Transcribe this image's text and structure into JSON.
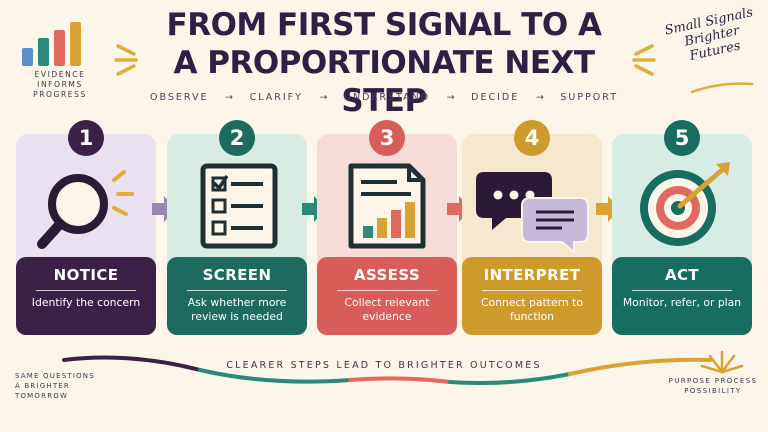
{
  "header": {
    "title_line1": "FROM FIRST SIGNAL TO A",
    "title_line2": "A PROPORTIONATE NEXT STEP",
    "logo_text": "EVIDENCE INFORMS PROGRESS",
    "script_text": "Small Signals Brighter Futures"
  },
  "process": {
    "words": [
      "OBSERVE",
      "CLARIFY",
      "UNDERSTAND",
      "DECIDE",
      "SUPPORT"
    ],
    "arrow": "→"
  },
  "steps": [
    {
      "number": "1",
      "name": "NOTICE",
      "description": "Identify the concern",
      "icon": "magnifier-icon",
      "bg": "#e9e1ef",
      "accent": "#3b2147"
    },
    {
      "number": "2",
      "name": "SCREEN",
      "description": "Ask whether more review is needed",
      "icon": "checklist-icon",
      "bg": "#d8ece4",
      "accent": "#1c6b5e"
    },
    {
      "number": "3",
      "name": "ASSESS",
      "description": "Collect relevant evidence",
      "icon": "report-chart-icon",
      "bg": "#f6dcd6",
      "accent": "#d85c57"
    },
    {
      "number": "4",
      "name": "INTERPRET",
      "description": "Connect pattern to function",
      "icon": "speech-bubbles-icon",
      "bg": "#f5e8cf",
      "accent": "#cf9a2c"
    },
    {
      "number": "5",
      "name": "ACT",
      "description": "Monitor, refer, or plan",
      "icon": "target-icon",
      "bg": "#d7ece4",
      "accent": "#176d5f"
    }
  ],
  "footer": {
    "caption": "CLEARER STEPS LEAD TO BRIGHTER OUTCOMES",
    "left_text": "SAME QUESTIONS A BRIGHTER TOMORROW",
    "right_text": "PURPOSE PROCESS POSSIBILITY"
  },
  "colors": {
    "background": "#fbf5ea",
    "title": "#2f1f43",
    "chevron_1": "#9b86b0",
    "chevron_2": "#2a8a7a",
    "chevron_3": "#e06a60",
    "chevron_4": "#d9a234",
    "gold": "#e0ad3a",
    "red": "#e06a60",
    "teal": "#2a8a7a",
    "purple": "#3b2147"
  }
}
